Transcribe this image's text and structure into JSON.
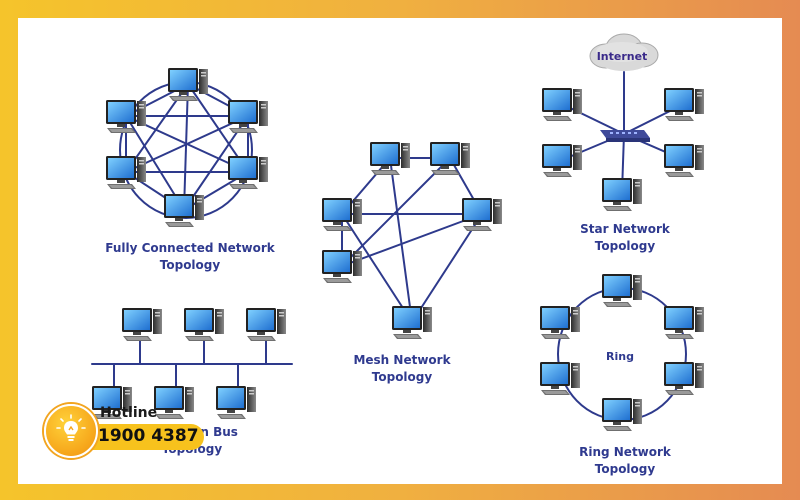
{
  "labels": {
    "fully_connected_1": "Fully Connected Network",
    "fully_connected_2": "Topology",
    "mesh_1": "Mesh Network",
    "mesh_2": "Topology",
    "star_1": "Star Network",
    "star_2": "Topology",
    "ring_center": "Ring",
    "ring_1": "Ring Network",
    "ring_2": "Topology",
    "bus_1": "Common Bus",
    "bus_2": "Topology",
    "internet": "Internet"
  },
  "hotline": {
    "title": "Hotline",
    "number": "1900 4387"
  },
  "colors": {
    "line": "#2e3a8c",
    "label": "#2f3a8f",
    "accent": "#f7c21d"
  }
}
